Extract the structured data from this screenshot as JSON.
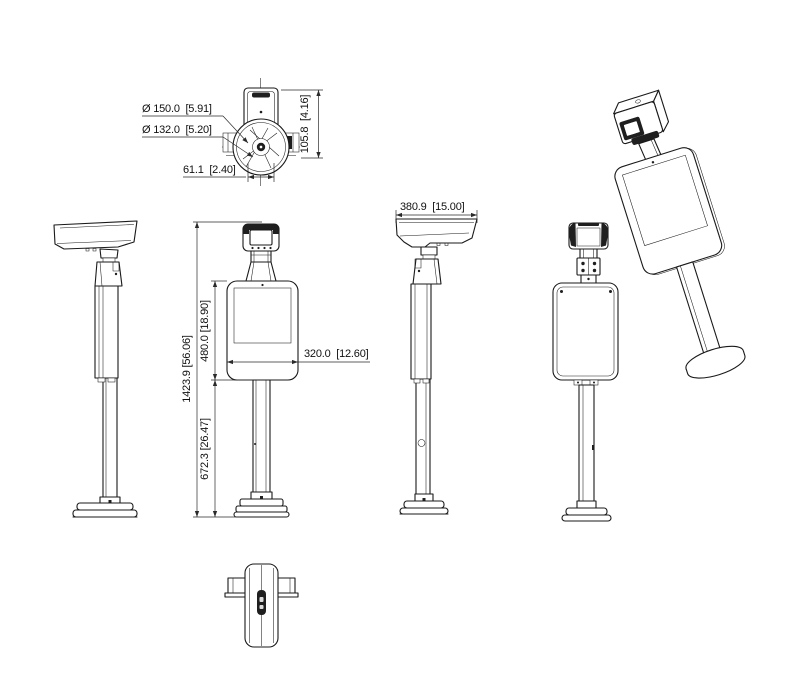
{
  "colors": {
    "background": "#ffffff",
    "ink": "#1a1a1a",
    "dim_line": "#2a2a2a"
  },
  "dimensions": {
    "top_view": {
      "outer_diameter": "Ø 150.0  [5.91]",
      "inner_diameter": "Ø 132.0  [5.20]",
      "mount_width": "61.1  [2.40]",
      "head_height": "105.8  [4.16]"
    },
    "side_view": {
      "hood_width": "380.9  [15.00]"
    },
    "front_view": {
      "overall_height": "1423.9 [56.06]",
      "display_height": "480.0 [18.90]",
      "pole_height": "672.3 [26.47]",
      "body_width": "320.0  [12.60]"
    }
  }
}
